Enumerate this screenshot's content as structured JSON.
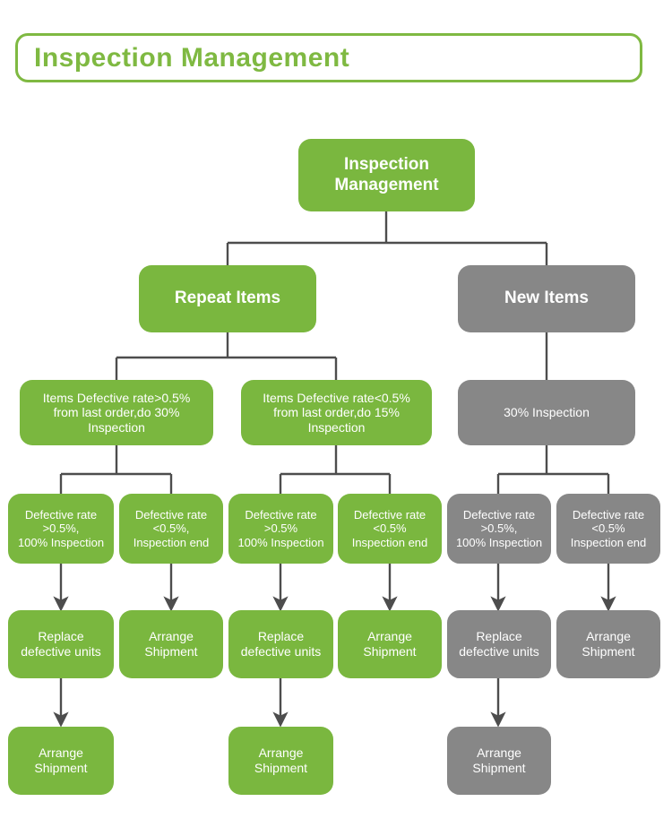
{
  "header": {
    "title": "Inspection Management",
    "accent_color": "#7fb942"
  },
  "palette": {
    "green": "#7ab73f",
    "grey": "#878787",
    "line": "#4d4d4d",
    "text": "#ffffff",
    "background": "#ffffff"
  },
  "diagram": {
    "type": "flowchart-tree",
    "root": {
      "label": "Inspection\nManagement",
      "color": "#7ab73f"
    },
    "level2": [
      {
        "label": "Repeat Items",
        "color": "#7ab73f"
      },
      {
        "label": "New Items",
        "color": "#878787"
      }
    ],
    "level3": [
      {
        "label": "Items Defective rate>0.5%\nfrom last order,do 30%\nInspection",
        "color": "#7ab73f"
      },
      {
        "label": "Items Defective rate<0.5%\nfrom last order,do 15%\nInspection",
        "color": "#7ab73f"
      },
      {
        "label": "30% Inspection",
        "color": "#878787"
      }
    ],
    "level4": [
      {
        "label": "Defective rate\n>0.5%,\n100% Inspection",
        "color": "#7ab73f"
      },
      {
        "label": "Defective rate\n<0.5%,\nInspection end",
        "color": "#7ab73f"
      },
      {
        "label": "Defective rate\n>0.5%\n100% Inspection",
        "color": "#7ab73f"
      },
      {
        "label": "Defective rate\n<0.5%\nInspection end",
        "color": "#7ab73f"
      },
      {
        "label": "Defective rate\n>0.5%,\n100% Inspection",
        "color": "#878787"
      },
      {
        "label": "Defective rate\n<0.5%\nInspection end",
        "color": "#878787"
      }
    ],
    "level5": [
      {
        "label": "Replace\ndefective units",
        "color": "#7ab73f"
      },
      {
        "label": "Arrange\nShipment",
        "color": "#7ab73f"
      },
      {
        "label": "Replace\ndefective units",
        "color": "#7ab73f"
      },
      {
        "label": "Arrange\nShipment",
        "color": "#7ab73f"
      },
      {
        "label": "Replace\ndefective units",
        "color": "#878787"
      },
      {
        "label": "Arrange\nShipment",
        "color": "#878787"
      }
    ],
    "level6": [
      {
        "label": "Arrange\nShipment",
        "color": "#7ab73f"
      },
      {
        "label": "Arrange\nShipment",
        "color": "#7ab73f"
      },
      {
        "label": "Arrange\nShipment",
        "color": "#878787"
      }
    ]
  }
}
